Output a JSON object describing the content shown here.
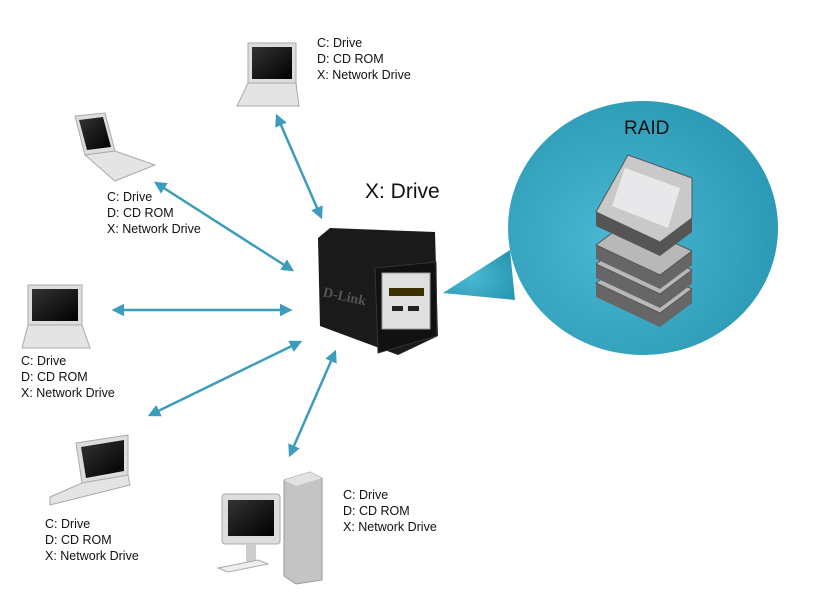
{
  "nas": {
    "label": "X: Drive",
    "brand": "D-Link"
  },
  "raid": {
    "label": "RAID",
    "bubble_color": "#3aa9c4"
  },
  "arrow_color": "#3b9dbb",
  "clients": [
    {
      "type": "laptop",
      "lines": [
        "C: Drive",
        "D: CD ROM",
        "X: Network Drive"
      ]
    },
    {
      "type": "laptop",
      "lines": [
        "C: Drive",
        "D: CD ROM",
        "X: Network Drive"
      ]
    },
    {
      "type": "laptop",
      "lines": [
        "C: Drive",
        "D: CD ROM",
        "X: Network Drive"
      ]
    },
    {
      "type": "laptop",
      "lines": [
        "C: Drive",
        "D: CD ROM",
        "X: Network Drive"
      ]
    },
    {
      "type": "desktop",
      "lines": [
        "C: Drive",
        "D: CD ROM",
        "X: Network Drive"
      ]
    }
  ]
}
